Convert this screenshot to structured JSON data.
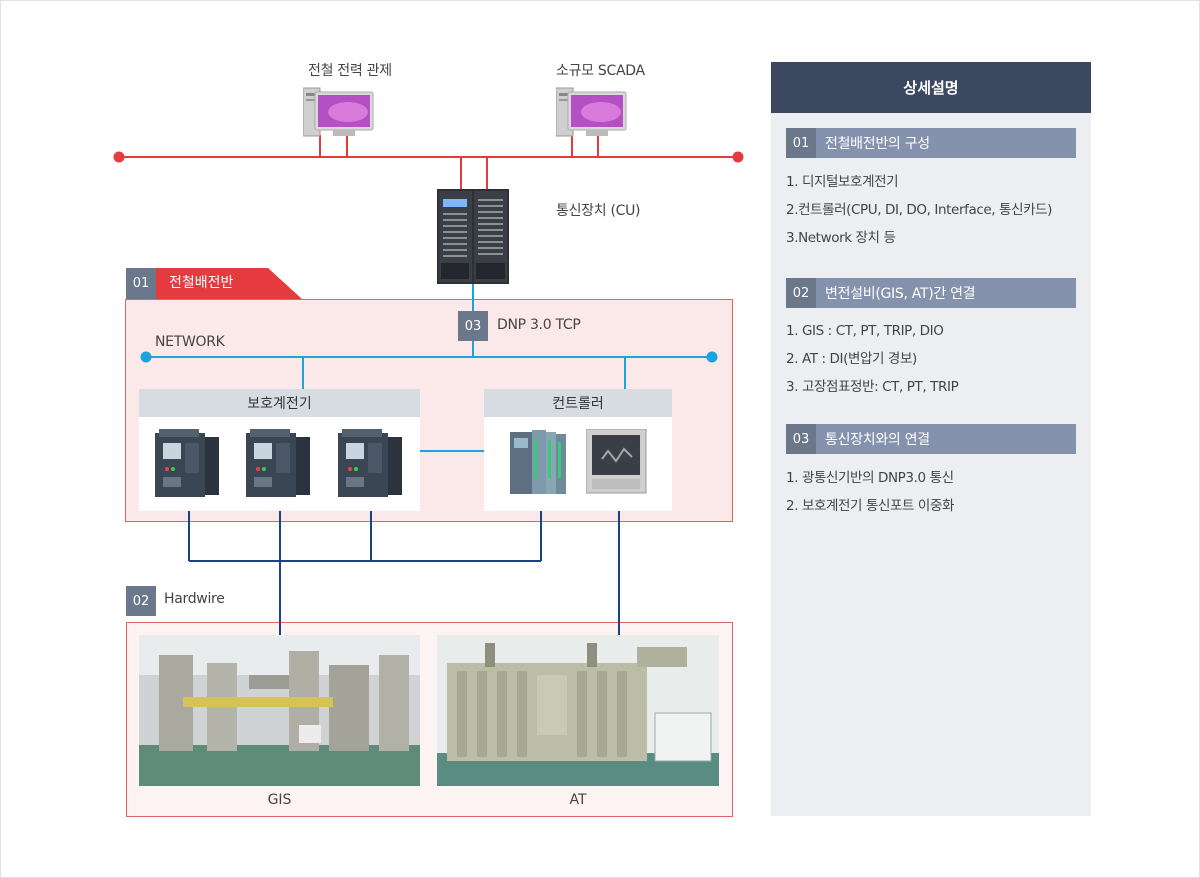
{
  "diagram": {
    "top_nodes": {
      "power_control_label": "전철 전력 관제",
      "scada_label": "소규모 SCADA",
      "cu_label": "통신장치 (CU)"
    },
    "section01": {
      "num": "01",
      "title": "전철배전반"
    },
    "dnp": {
      "num": "03",
      "label": "DNP 3.0 TCP"
    },
    "network_label": "NETWORK",
    "relay_panel_title": "보호계전기",
    "controller_panel_title": "컨트롤러",
    "section02": {
      "num": "02",
      "title": "Hardwire"
    },
    "gis_caption": "GIS",
    "at_caption": "AT",
    "colors": {
      "red_bus": "#e53b3f",
      "network_blue": "#1aa3dc",
      "hardwire_navy": "#1f3f86"
    }
  },
  "side": {
    "header": "상세설명",
    "sections": [
      {
        "num": "01",
        "title": "전철배전반의 구성",
        "items": [
          "1. 디지털보호계전기",
          "2.컨트롤러(CPU, DI, DO, Interface, 통신카드)",
          "3.Network 장치 등"
        ]
      },
      {
        "num": "02",
        "title": "변전설비(GIS, AT)간 연결",
        "items": [
          "1. GIS : CT, PT, TRIP, DIO",
          "2. AT : DI(변압기 경보)",
          "3. 고장점표정반: CT, PT, TRIP"
        ]
      },
      {
        "num": "03",
        "title": "통신장치와의 연결",
        "items": [
          "1. 광통신기반의 DNP3.0 통신",
          "2. 보호계전기 통신포트 이중화"
        ]
      }
    ]
  }
}
